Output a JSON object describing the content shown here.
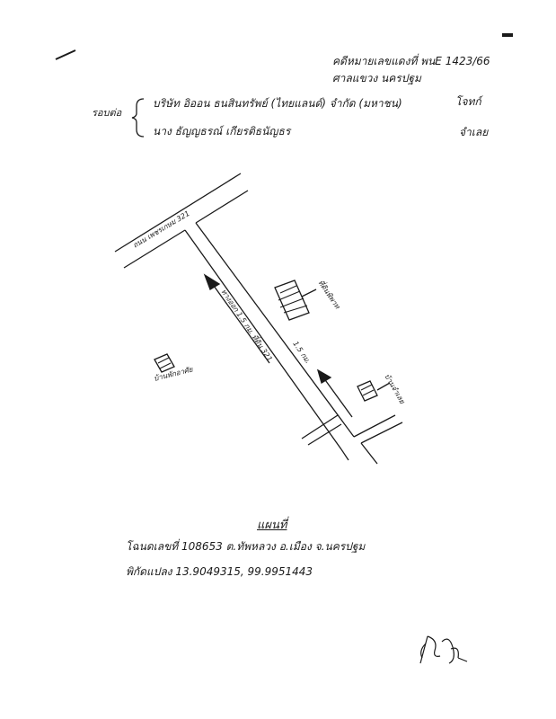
{
  "header": {
    "line1": "คดีหมายเลขแดงที่ พนE 1423/66",
    "line2": "ศาลแขวง นครปฐม"
  },
  "boundary": {
    "side_label": "รอบต่อ",
    "parties": [
      {
        "name": "บริษัท อิออน ธนสินทรัพย์ (ไทยแลนด์) จำกัด (มหาชน)",
        "role": "โจทก์"
      },
      {
        "name": "นาง ธัญญธรณ์ เกียรติธนัญธร",
        "role": "จำเลย"
      }
    ]
  },
  "map": {
    "road_main": "ถนน เพชรเกษม 321",
    "road_side": "ทางออก 1.5 กม. ที่ดิน 321",
    "distance": "1.5 กม.",
    "label_plot": "ที่ดินพิพาท",
    "label_house": "บ้านจำเลย",
    "label_left": "บ้านพักอาศัย"
  },
  "footer": {
    "title": "แผนที่",
    "deed": "โฉนดเลขที่ 108653 ต.ทัพหลวง อ.เมือง จ.นครปฐม",
    "coords": "พิกัดแปลง 13.9049315, 99.9951443"
  },
  "colors": {
    "ink": "#1a1a1a",
    "paper": "#ffffff"
  }
}
